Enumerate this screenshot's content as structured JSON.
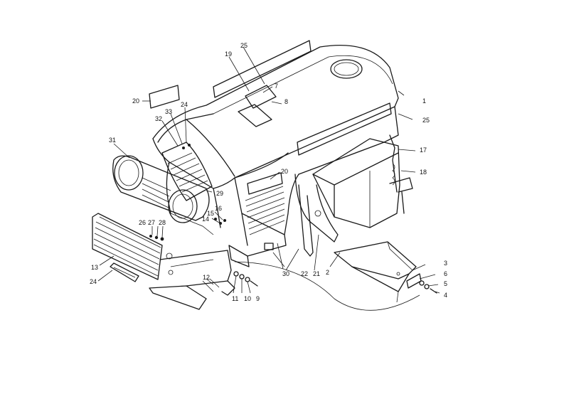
{
  "callouts": [
    {
      "id": "c1",
      "label": "1"
    },
    {
      "id": "c2",
      "label": "2"
    },
    {
      "id": "c3",
      "label": "3"
    },
    {
      "id": "c4",
      "label": "4"
    },
    {
      "id": "c5",
      "label": "5"
    },
    {
      "id": "c6",
      "label": "6"
    },
    {
      "id": "c7",
      "label": "7"
    },
    {
      "id": "c8",
      "label": "8"
    },
    {
      "id": "c9",
      "label": "9"
    },
    {
      "id": "c10",
      "label": "10"
    },
    {
      "id": "c11",
      "label": "11"
    },
    {
      "id": "c12",
      "label": "12"
    },
    {
      "id": "c13",
      "label": "13"
    },
    {
      "id": "c14",
      "label": "14"
    },
    {
      "id": "c15",
      "label": "15"
    },
    {
      "id": "c16",
      "label": "16"
    },
    {
      "id": "c17",
      "label": "17"
    },
    {
      "id": "c18",
      "label": "18"
    },
    {
      "id": "c19",
      "label": "19"
    },
    {
      "id": "c20a",
      "label": "20"
    },
    {
      "id": "c20b",
      "label": "20"
    },
    {
      "id": "c21",
      "label": "21"
    },
    {
      "id": "c22",
      "label": "22"
    },
    {
      "id": "c24a",
      "label": "24"
    },
    {
      "id": "c24b",
      "label": "24"
    },
    {
      "id": "c25a",
      "label": "25"
    },
    {
      "id": "c25b",
      "label": "25"
    },
    {
      "id": "c26",
      "label": "26"
    },
    {
      "id": "c27",
      "label": "27"
    },
    {
      "id": "c28",
      "label": "28"
    },
    {
      "id": "c29",
      "label": "29"
    },
    {
      "id": "c30",
      "label": "30"
    },
    {
      "id": "c31",
      "label": "31"
    },
    {
      "id": "c32",
      "label": "32"
    },
    {
      "id": "c33",
      "label": "33"
    }
  ]
}
